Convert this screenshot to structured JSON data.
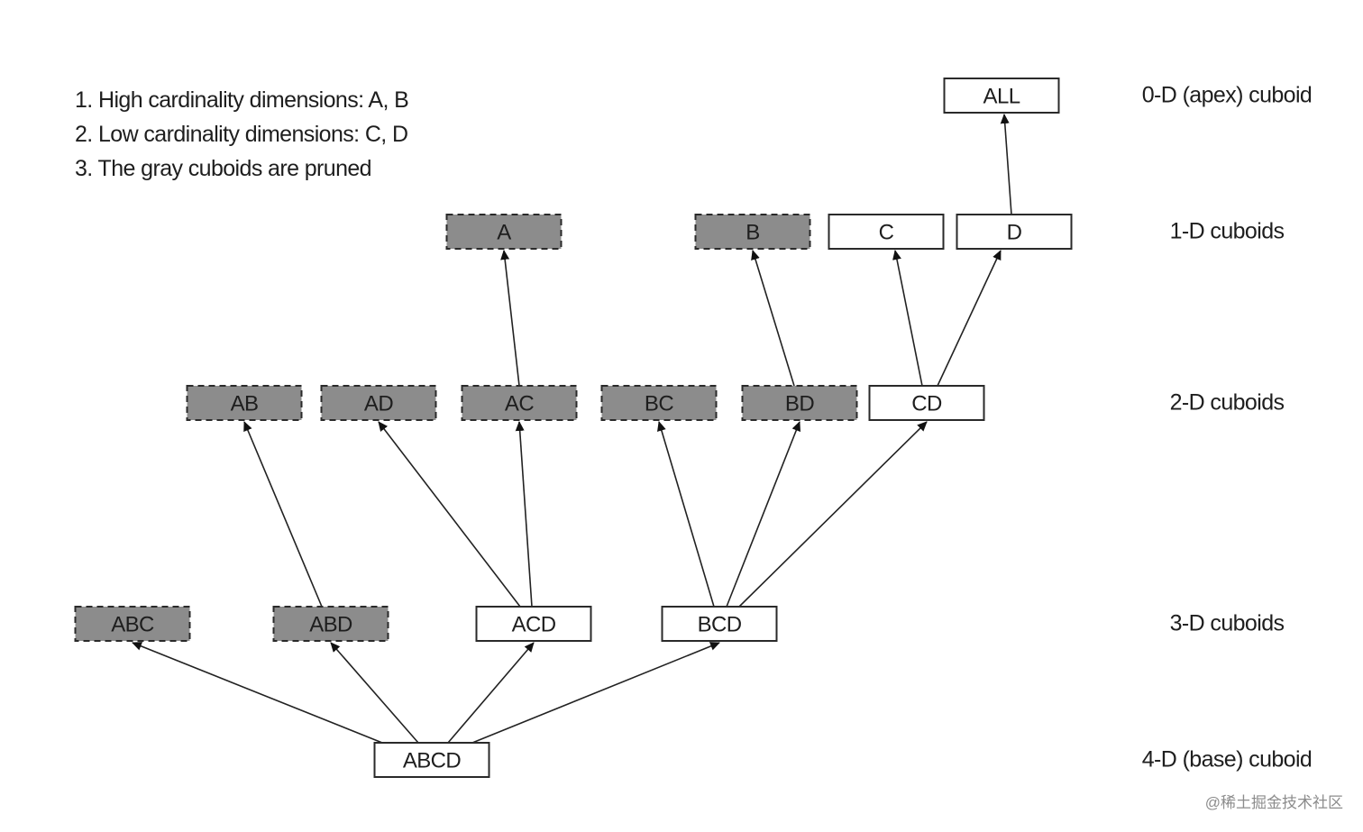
{
  "notes": [
    "1. High cardinality dimensions: A, B",
    "2. Low cardinality dimensions: C, D",
    "3. The gray cuboids are pruned"
  ],
  "levels": [
    {
      "id": "L0",
      "label": "0-D (apex) cuboid"
    },
    {
      "id": "L1",
      "label": "1-D cuboids"
    },
    {
      "id": "L2",
      "label": "2-D cuboids"
    },
    {
      "id": "L3",
      "label": "3-D cuboids"
    },
    {
      "id": "L4",
      "label": "4-D (base) cuboid"
    }
  ],
  "nodes": [
    {
      "id": "ALL",
      "label": "ALL",
      "level": "L0",
      "pruned": false
    },
    {
      "id": "A",
      "label": "A",
      "level": "L1",
      "pruned": true
    },
    {
      "id": "B",
      "label": "B",
      "level": "L1",
      "pruned": true
    },
    {
      "id": "C",
      "label": "C",
      "level": "L1",
      "pruned": false
    },
    {
      "id": "D",
      "label": "D",
      "level": "L1",
      "pruned": false
    },
    {
      "id": "AB",
      "label": "AB",
      "level": "L2",
      "pruned": true
    },
    {
      "id": "AD",
      "label": "AD",
      "level": "L2",
      "pruned": true
    },
    {
      "id": "AC",
      "label": "AC",
      "level": "L2",
      "pruned": true
    },
    {
      "id": "BC",
      "label": "BC",
      "level": "L2",
      "pruned": true
    },
    {
      "id": "BD",
      "label": "BD",
      "level": "L2",
      "pruned": true
    },
    {
      "id": "CD",
      "label": "CD",
      "level": "L2",
      "pruned": false
    },
    {
      "id": "ABC",
      "label": "ABC",
      "level": "L3",
      "pruned": true
    },
    {
      "id": "ABD",
      "label": "ABD",
      "level": "L3",
      "pruned": true
    },
    {
      "id": "ACD",
      "label": "ACD",
      "level": "L3",
      "pruned": false
    },
    {
      "id": "BCD",
      "label": "BCD",
      "level": "L3",
      "pruned": false
    },
    {
      "id": "ABCD",
      "label": "ABCD",
      "level": "L4",
      "pruned": false
    }
  ],
  "edges": [
    {
      "from": "ABCD",
      "to": "ABC"
    },
    {
      "from": "ABCD",
      "to": "ABD"
    },
    {
      "from": "ABCD",
      "to": "ACD"
    },
    {
      "from": "ABCD",
      "to": "BCD"
    },
    {
      "from": "ABD",
      "to": "AB"
    },
    {
      "from": "ACD",
      "to": "AD"
    },
    {
      "from": "ACD",
      "to": "AC"
    },
    {
      "from": "BCD",
      "to": "BC"
    },
    {
      "from": "BCD",
      "to": "BD"
    },
    {
      "from": "BCD",
      "to": "CD"
    },
    {
      "from": "AC",
      "to": "A"
    },
    {
      "from": "BD",
      "to": "B"
    },
    {
      "from": "CD",
      "to": "C"
    },
    {
      "from": "CD",
      "to": "D"
    },
    {
      "from": "D",
      "to": "ALL"
    }
  ],
  "colors": {
    "pruned_fill": "#8c8c8c",
    "normal_fill": "#ffffff",
    "stroke": "#2a2a2a"
  },
  "watermark": "@稀土掘金技术社区"
}
